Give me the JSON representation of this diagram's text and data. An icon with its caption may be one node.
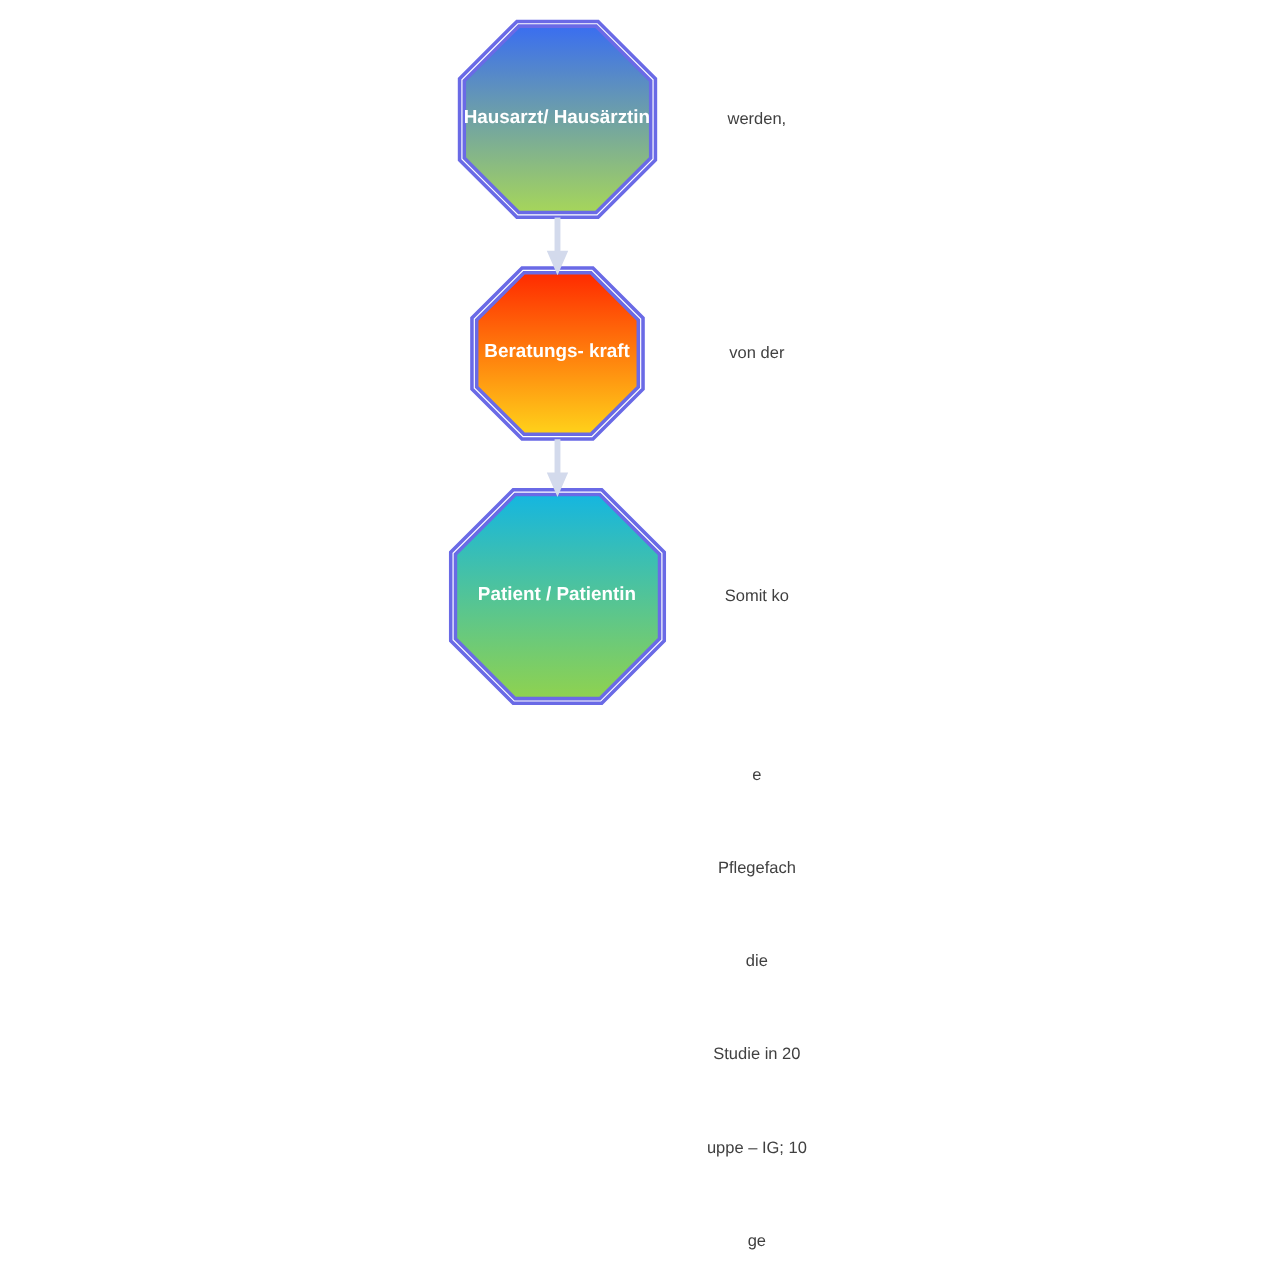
{
  "diagram": {
    "nodes": [
      {
        "text": [
          "Beratungs- kraft"
        ]
      },
      {
        "text": [
          "Hausarzt/ Hausärztin"
        ]
      },
      {
        "text": [
          "Patient / Patientin"
        ]
      }
    ],
    "edges": [
      {
        "from": 1,
        "to": 0,
        "arrow": "to"
      },
      {
        "from": 0,
        "to": 2,
        "arrow": "to"
      }
    ],
    "labels": [
      "werden,",
      "von der",
      "Somit ko",
      "e",
      "Pflegefach",
      "die",
      "Studie in 20",
      "uppe – IG; 10",
      "ge"
    ]
  }
}
